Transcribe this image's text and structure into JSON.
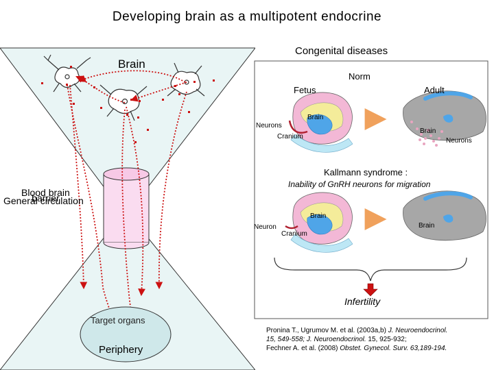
{
  "title": "Developing brain as a multipotent endocrine",
  "left": {
    "brain_label": "Brain",
    "bbb_label_line1": "Blood brain",
    "bbb_label_line2": "barrier",
    "circulation_label": "General circulation",
    "target_label": "Target organs",
    "periphery_label": "Periphery"
  },
  "right": {
    "header": "Congenital diseases",
    "norm": {
      "title": "Norm",
      "fetus_label": "Fetus",
      "adult_label": "Adult",
      "fetus_brain": "Brain",
      "fetus_neurons": "Neurons",
      "fetus_cranium": "Cranium",
      "adult_brain": "Brain",
      "adult_neurons": "Neurons"
    },
    "kallmann": {
      "title": "Kallmann syndrome :",
      "subtitle": "Inability of GnRH neurons for migration",
      "fetus_brain": "Brain",
      "fetus_neuron": "Neuron",
      "fetus_cranium": "Cranium",
      "adult_brain": "Brain"
    },
    "outcome": "Infertility"
  },
  "reference": {
    "line1_plain": "Pronina T., Ugrumov M. et al. (2003a,b) ",
    "line1_italic": "J. Neuroendocrinol.",
    "line2_italic": "15, 549-558; J. Neuroendocrinol.",
    "line2_plain": " 15, 925-932;",
    "line3_plain": "Fechner A. et al. (2008) ",
    "line3_italic": "Obstet. Gynecol. Surv. 63,189-194."
  },
  "colors": {
    "funnel_fill": "#e9f5f5",
    "cylinder_fill": "#fadcf0",
    "ellipse_fill": "#cfe8ea",
    "dotted_red": "#cc1111",
    "brain_pink": "#f3b8d6",
    "brain_yellow": "#f4ec9a",
    "brain_blue": "#4fa5e8",
    "adult_gray": "#a7a7a7",
    "arrow_orange": "#f0a15c"
  }
}
